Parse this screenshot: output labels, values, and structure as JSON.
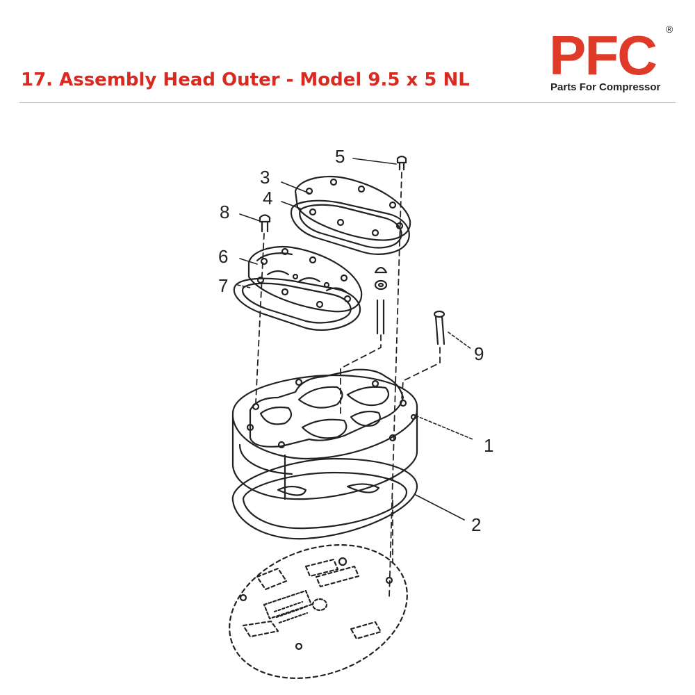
{
  "header": {
    "title": "17. Assembly Head Outer - Model 9.5 x 5 NL"
  },
  "brand": {
    "logo_text": "PFC",
    "registered_mark": "®",
    "tagline": "Parts For Compressor",
    "color": "#e03a28"
  },
  "diagram": {
    "part_labels": [
      "1",
      "2",
      "3",
      "4",
      "5",
      "6",
      "7",
      "8",
      "9"
    ]
  },
  "colors": {
    "title": "#d82a20",
    "line_art": "#222222"
  }
}
